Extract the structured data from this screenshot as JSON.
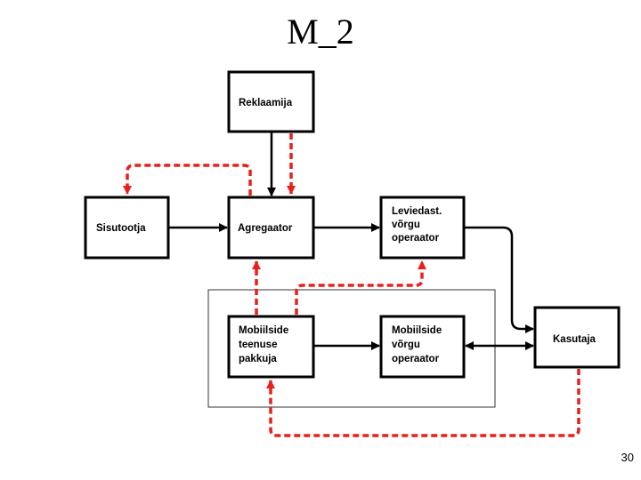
{
  "title": "M_2",
  "page_number": "30",
  "nodes": {
    "reklaamija": [
      "Reklaamija"
    ],
    "sisutootja": [
      "Sisutootja"
    ],
    "agregaator": [
      "Agregaator"
    ],
    "leviedast": [
      "Leviedast.",
      "võrgu",
      "operaator"
    ],
    "mobiilside_teenuse": [
      "Mobiilside",
      "teenuse",
      "pakkuja"
    ],
    "mobiilside_vorgu": [
      "Mobiilside",
      "võrgu",
      "operaator"
    ],
    "kasutaja": [
      "Kasutaja"
    ]
  },
  "colors": {
    "box_border": "#000000",
    "solid_flow": "#000000",
    "dashed_flow": "#e8201c",
    "group_border": "#333333"
  }
}
